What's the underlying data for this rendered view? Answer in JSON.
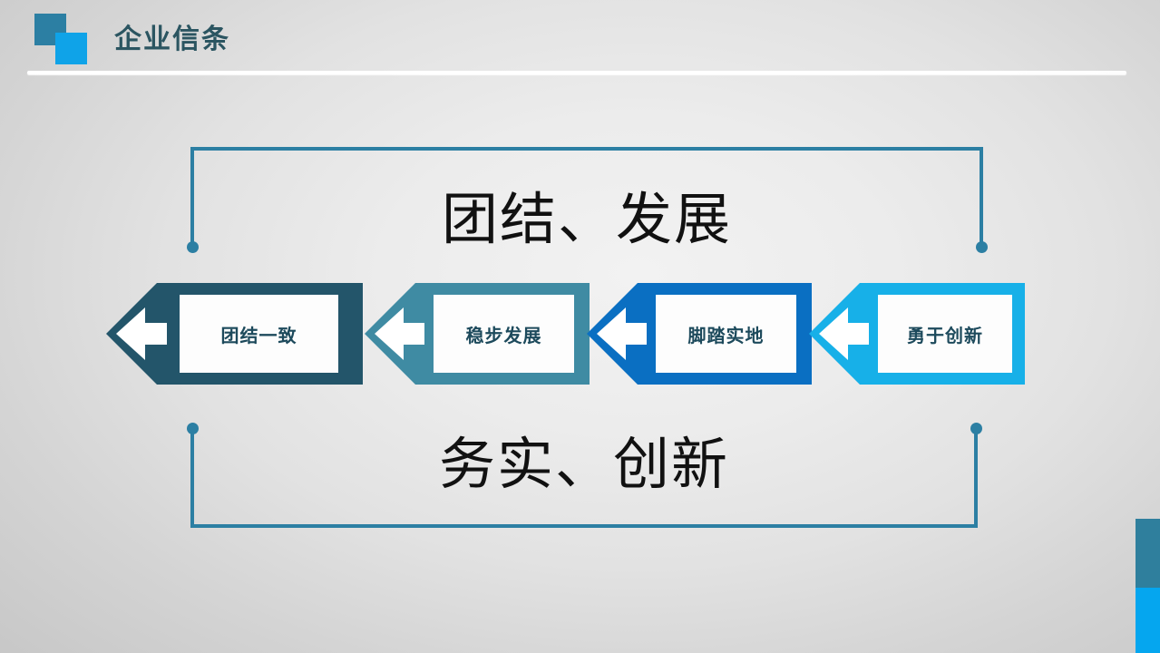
{
  "header": {
    "title": "企业信条",
    "title_color": "#2b5561",
    "square_dark_color": "#2c7fa3",
    "square_light_color": "#0fa3e8"
  },
  "slogans": {
    "top": "团结、发展",
    "bottom": "务实、创新"
  },
  "bracket": {
    "color": "#2c7fa3"
  },
  "chain": {
    "items": [
      {
        "label": "团结一致",
        "color": "#23556a",
        "text_color": "#1d4a5c"
      },
      {
        "label": "稳步发展",
        "color": "#3f8ba3",
        "text_color": "#1d4a5c"
      },
      {
        "label": "脚踏实地",
        "color": "#0a6fc2",
        "text_color": "#1d4a5c"
      },
      {
        "label": "勇于创新",
        "color": "#17b0e8",
        "text_color": "#1d4a5c"
      }
    ]
  },
  "accent": {
    "top_color": "#2f7f9d",
    "bottom_color": "#05a6ef"
  },
  "background": {
    "base_color": "#e9e9e9",
    "edge_color": "#c6c6c6"
  }
}
